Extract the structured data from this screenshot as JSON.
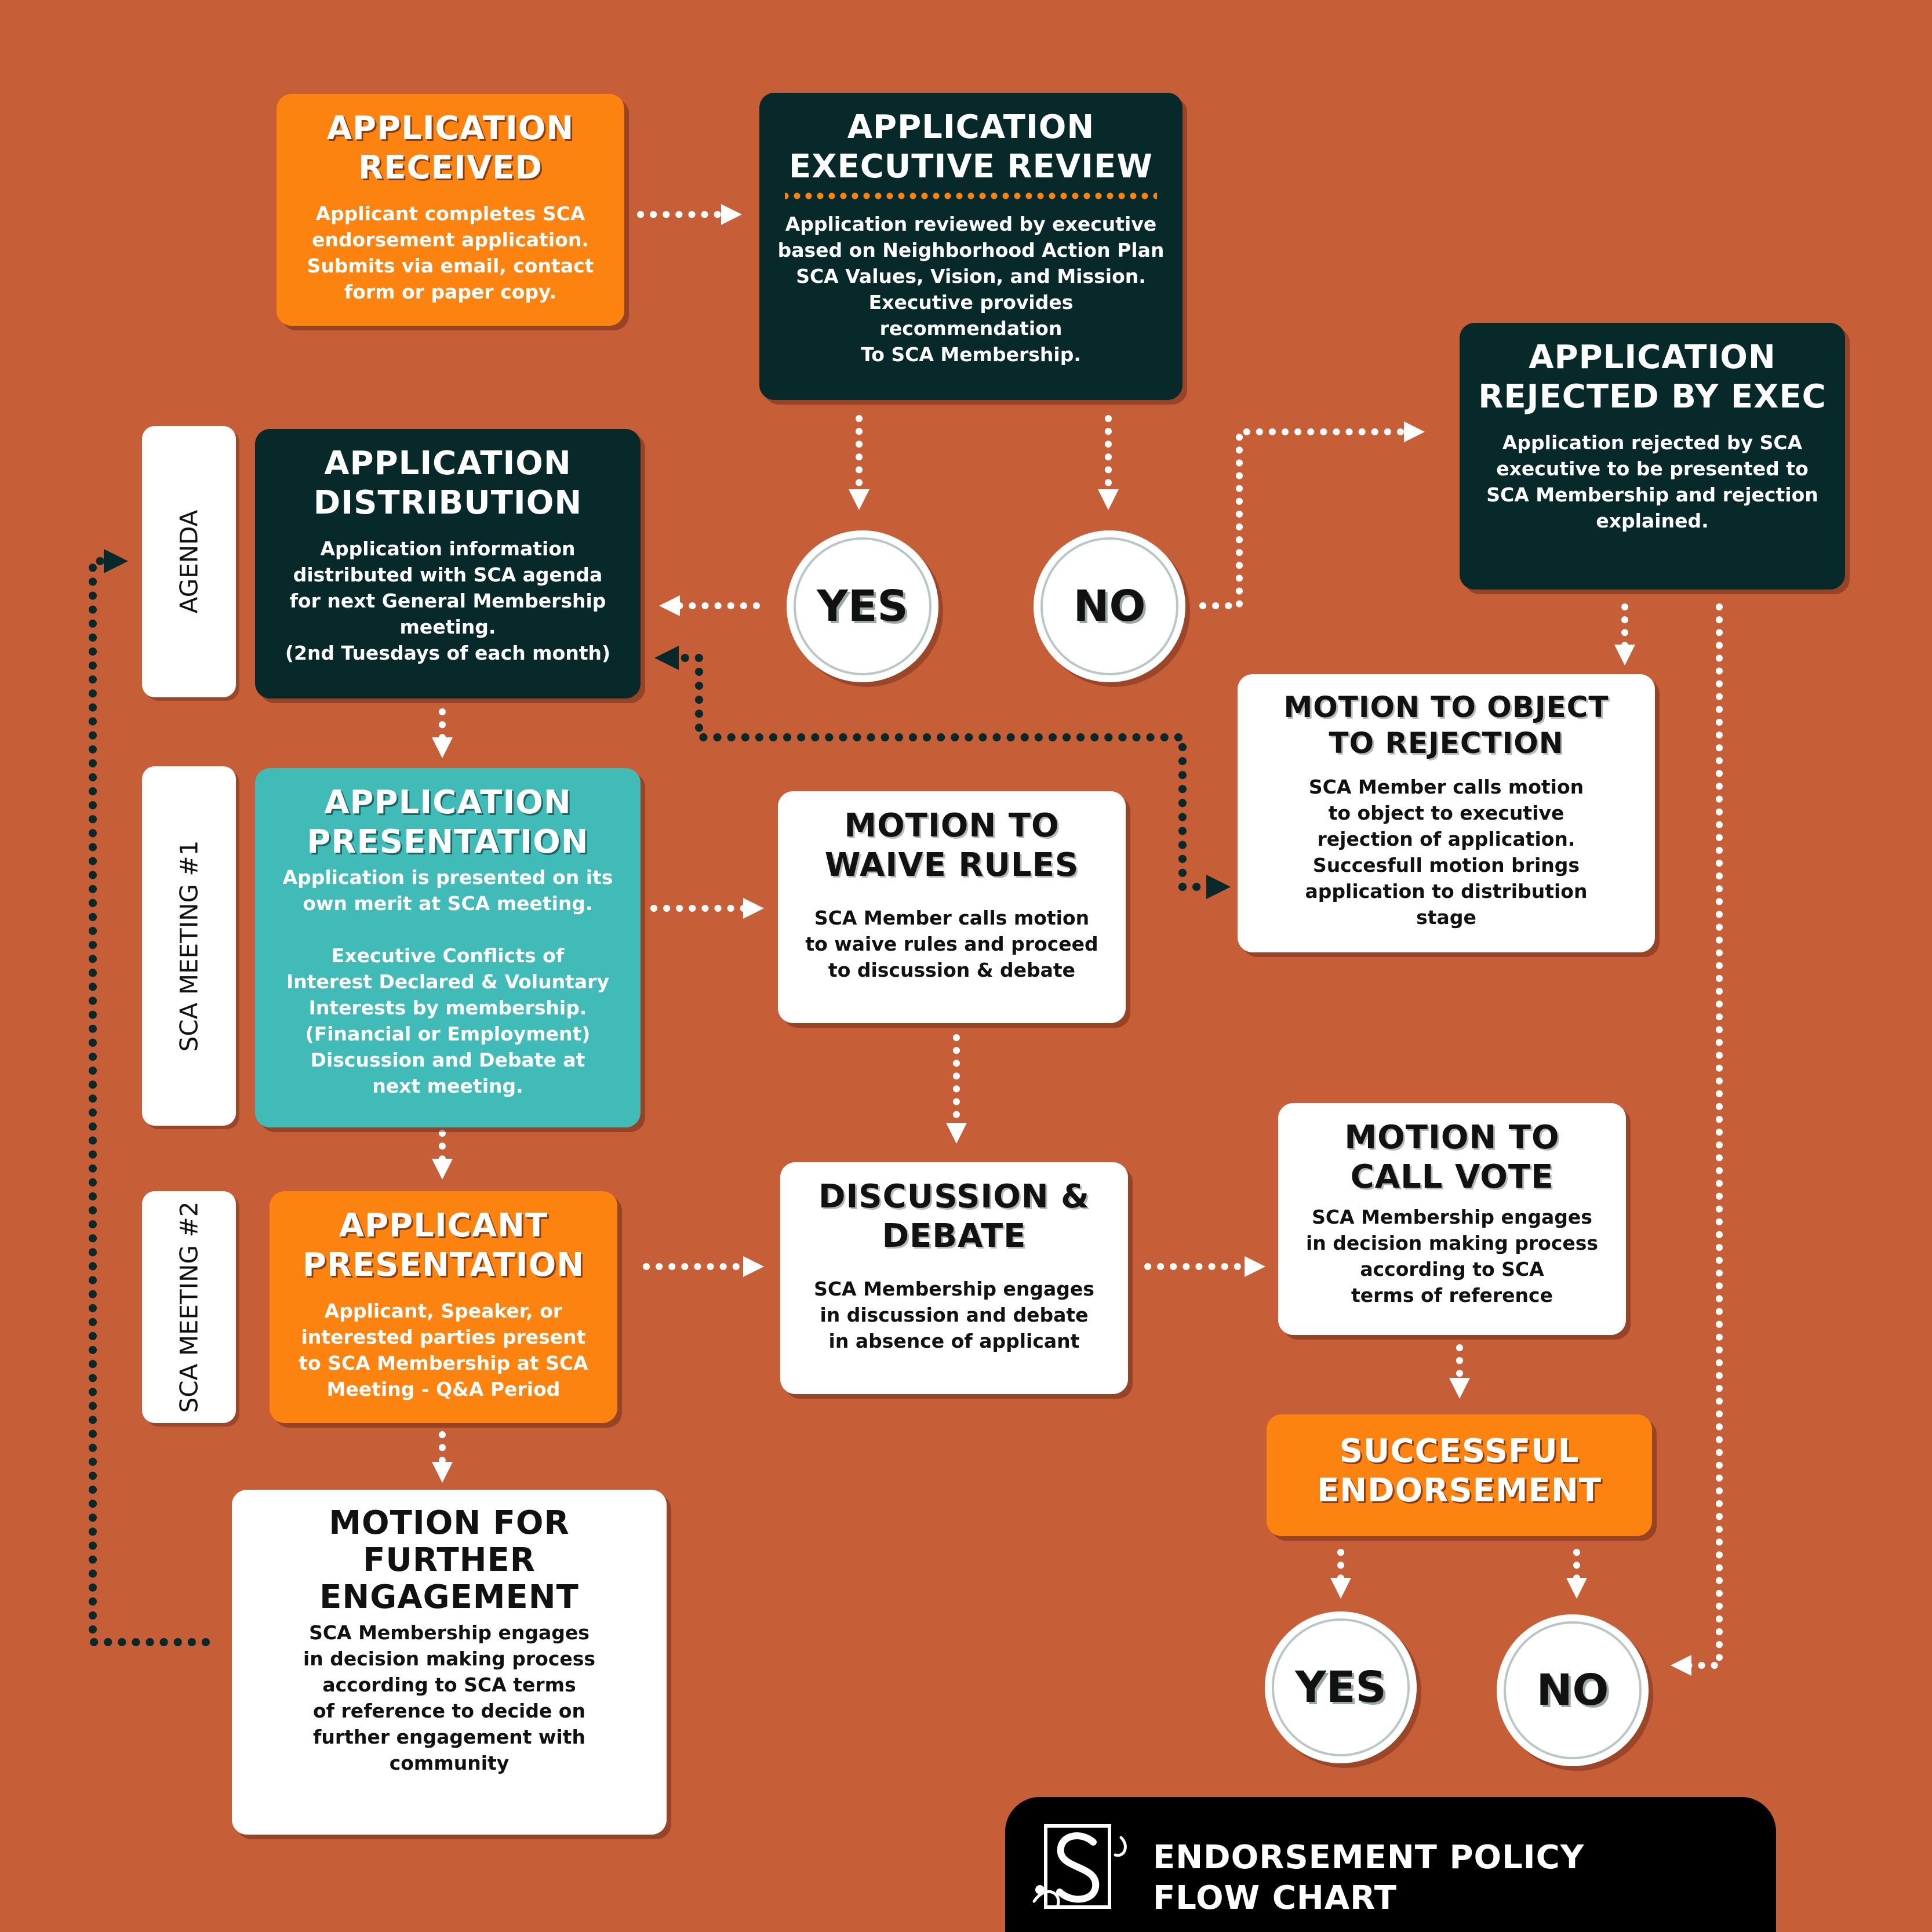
{
  "colors": {
    "background": "#c65e38",
    "orange": "#fd8311",
    "dark": "#07292a",
    "teal": "#40bbb7",
    "white": "#ffffff"
  },
  "stages": {
    "agenda": "AGENDA",
    "meeting1": "SCA MEETING #1",
    "meeting2": "SCA MEETING #2"
  },
  "nodes": {
    "received": {
      "title": "APPLICATION\nRECEIVED",
      "body": "Applicant completes SCA\nendorsement application.\nSubmits via email, contact\nform or paper copy."
    },
    "exec_review": {
      "title": "APPLICATION\nEXECUTIVE REVIEW",
      "body": "Application reviewed by executive\nbased on Neighborhood Action Plan\nSCA Values, Vision, and Mission.\nExecutive provides\nrecommendation\nTo SCA Membership."
    },
    "rejected": {
      "title": "APPLICATION\nREJECTED BY EXEC",
      "body": "Application rejected by SCA\nexecutive to be presented to\nSCA Membership and rejection\nexplained."
    },
    "distribution": {
      "title": "APPLICATION\nDISTRIBUTION",
      "body": "Application information\ndistributed with SCA agenda\nfor next General Membership\nmeeting.\n(2nd Tuesdays of each month)"
    },
    "object": {
      "title": "MOTION TO OBJECT\nTO REJECTION",
      "body": "SCA Member calls motion\nto object to executive\nrejection of application.\nSuccesfull motion brings\napplication to distribution\nstage"
    },
    "presentation": {
      "title": "APPLICATION\nPRESENTATION",
      "body": "Application is presented on its\nown merit at SCA meeting.\n\nExecutive Conflicts of\nInterest Declared & Voluntary\nInterests by membership.\n(Financial or Employment)\nDiscussion and Debate at\nnext meeting."
    },
    "waive": {
      "title": "MOTION TO\nWAIVE RULES",
      "body": "SCA Member calls motion\nto waive rules and proceed\nto discussion & debate"
    },
    "applicant_presentation": {
      "title": "APPLICANT\nPRESENTATION",
      "body": "Applicant, Speaker, or\ninterested parties present\nto SCA Membership at SCA\nMeeting - Q&A Period"
    },
    "discussion": {
      "title": "DISCUSSION &\nDEBATE",
      "body": "SCA Membership engages\nin discussion and debate\nin absence of applicant"
    },
    "call_vote": {
      "title": "MOTION TO\nCALL VOTE",
      "body": "SCA Membership engages\nin decision making process\naccording to SCA\nterms of reference"
    },
    "endorsement": {
      "title": "SUCCESSFUL\nENDORSEMENT"
    },
    "further": {
      "title": "MOTION FOR\nFURTHER\nENGAGEMENT",
      "body": "SCA Membership engages\nin decision making process\naccording to SCA terms\nof reference to decide on\nfurther engagement with\ncommunity"
    }
  },
  "decisions": {
    "exec_yes": "YES",
    "exec_no": "NO",
    "final_yes": "YES",
    "final_no": "NO"
  },
  "footer": {
    "logo_icon": "sca-monogram-logo",
    "title": "ENDORSEMENT POLICY\nFLOW CHART"
  }
}
